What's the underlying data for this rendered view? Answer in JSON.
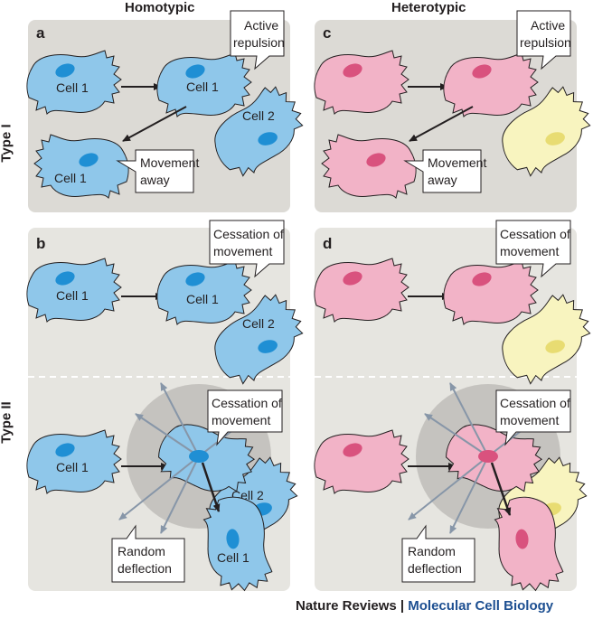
{
  "columns": {
    "left": "Homotypic",
    "right": "Heterotypic"
  },
  "rows": {
    "top": "Type I",
    "bottom": "Type II"
  },
  "panels": {
    "a": "a",
    "b": "b",
    "c": "c",
    "d": "d"
  },
  "cells": {
    "cell1": "Cell 1",
    "cell2": "Cell 2"
  },
  "callouts": {
    "active_repulsion": [
      "Active",
      "repulsion"
    ],
    "movement_away": [
      "Movement",
      "away"
    ],
    "cessation": [
      "Cessation of",
      "movement"
    ],
    "random_deflection": [
      "Random",
      "deflection"
    ]
  },
  "credit": {
    "journal": "Nature Reviews",
    "separator": " | ",
    "subject": "Molecular Cell Biology"
  },
  "colors": {
    "panel_bg": "#dcdad5",
    "panel_bg_light": "#e6e5e0",
    "blue_cell": "#8fc7ea",
    "blue_nucleus": "#1f8fd4",
    "pink_cell": "#f2b3c7",
    "pink_nucleus": "#d9527e",
    "yellow_cell": "#f8f4bf",
    "yellow_nucleus": "#e8dc72",
    "arrow": "#231f20",
    "deflection_arrow": "#8796a8",
    "halo": "#b7b5b0"
  }
}
